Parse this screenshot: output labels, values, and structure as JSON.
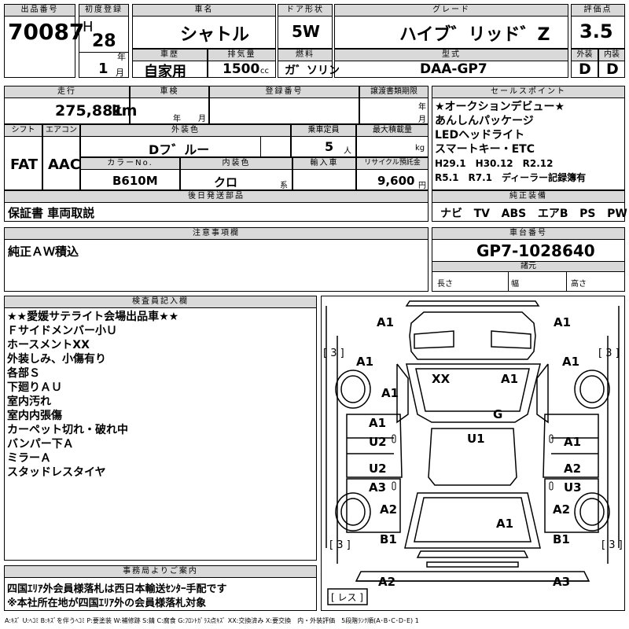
{
  "top": {
    "lot_label": "出品番号",
    "lot_no": "70087",
    "first_reg_label": "初度登録",
    "era": "H",
    "year": "28",
    "year_unit": "年",
    "month": "1",
    "month_unit": "月",
    "car_name_label": "車名",
    "car_name": "シャトル",
    "door_label": "ドア形状",
    "door": "5W",
    "grade_label": "グレード",
    "grade": "ハイブ゛リッド゛Z",
    "score_label": "評価点",
    "score": "3.5",
    "history_label": "車歴",
    "history": "自家用",
    "disp_label": "排気量",
    "disp": "1500",
    "disp_unit": "cc",
    "fuel_label": "燃料",
    "fuel": "ガ゛ソリン",
    "model_label": "型式",
    "model": "DAA-GP7",
    "ext_label": "外装",
    "ext": "D",
    "int_label": "内装",
    "int": "D"
  },
  "mid": {
    "mileage_label": "走行",
    "mileage": "275,881",
    "mileage_unit": "km",
    "inspection_label": "車検",
    "insp_year": "年",
    "insp_month": "月",
    "reg_label": "登録番号",
    "transfer_label": "譲渡書類期限",
    "trans_year": "年",
    "trans_month": "月",
    "shift_label": "シフト",
    "shift": "FAT",
    "ac_label": "エアコン",
    "ac": "AAC",
    "color_label": "外装色",
    "color": "Dフ゛ルー",
    "cap_label": "乗車定員",
    "cap": "5",
    "cap_unit": "人",
    "load_label": "最大積載量",
    "load_unit": "kg",
    "color_no_label": "カラーNo.",
    "color_no": "B610M",
    "int_color_label": "内装色",
    "int_color": "クロ",
    "int_color_unit": "系",
    "import_label": "輸入車",
    "recycle_label": "リサイクル預託金",
    "recycle": "9,600",
    "recycle_unit": "円",
    "later_label": "後日発送部品",
    "later": "保証書 車両取説"
  },
  "sales": {
    "label": "セールスポイント",
    "lines": [
      "★オークションデビュー★",
      "あんしんパッケージ",
      "LEDヘッドライト",
      "スマートキー・ETC",
      "H29.1　H30.12　R2.12",
      "R5.1　R7.1　ディーラー記録簿有"
    ]
  },
  "equip": {
    "label": "純正装備",
    "items": [
      "ナビ",
      "TV",
      "ABS",
      "エアB",
      "PS",
      "PW"
    ]
  },
  "notes": {
    "label": "注意事項欄",
    "text": "純正ＡＷ積込"
  },
  "chassis": {
    "label": "車台番号",
    "value": "GP7-1028640",
    "spec_label": "諸元",
    "len": "長さ",
    "wid": "幅",
    "hei": "高さ"
  },
  "inspector": {
    "label": "検査員記入欄",
    "lines": [
      "★★愛媛サテライト会場出品車★★",
      "Ｆサイドメンバー小Ｕ",
      "ホースメントXX",
      "外装しみ、小傷有り",
      "各部Ｓ",
      "下廻りＡＵ",
      "室内汚れ",
      "室内内張傷",
      "カーペット切れ・破れ中",
      "バンパー下Ａ",
      "ミラーＡ",
      "スタッドレスタイヤ"
    ]
  },
  "office": {
    "label": "事務局よりご案内",
    "lines": [
      "四国ｴﾘｱ外会員様落札は西日本輸送ｾﾝﾀｰ手配です",
      "※本社所在地が四国ｴﾘｱ外の会員様落札対象"
    ]
  },
  "diagram": {
    "marks": [
      "A1",
      "A1",
      "A1",
      "A1",
      "A1",
      "XX",
      "A1",
      "G",
      "A1",
      "U2",
      "U1",
      "A1",
      "U2",
      "A2",
      "A3",
      "U3",
      "A2",
      "A2",
      "A1",
      "B1",
      "B1",
      "A2",
      "A3"
    ],
    "brackets": [
      "[ 3 ]",
      "[ 3 ]",
      "[ 3 ]",
      "[ 3 ]"
    ],
    "tire": "[ レス ]"
  },
  "legend": "A:ｷｽﾞ U:ﾍｺﾐ B:ｷｽﾞを伴うﾍｺﾐ P:要塗装 W:補修跡 S:錆 C:腐食 G:ﾌﾛﾝﾄｶﾞﾗｽ点ｷｽﾞ XX:交換済み X:要交換　内・外装評価　5段階ﾗﾝｸ順(A･B･C･D･E) 1"
}
